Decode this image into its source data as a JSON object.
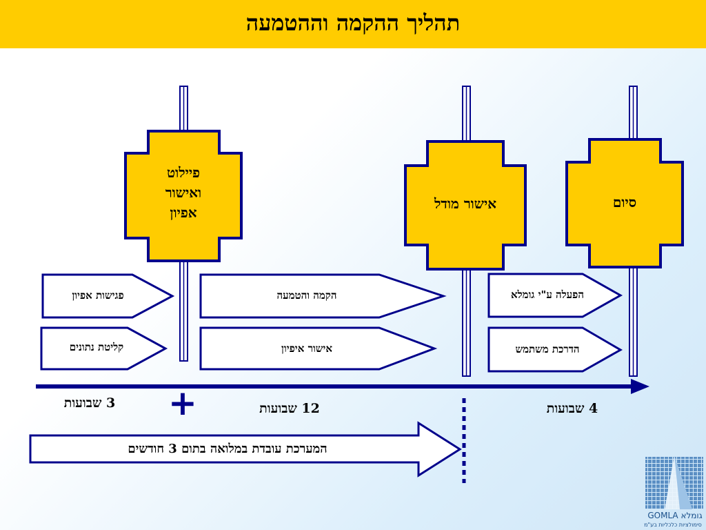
{
  "title": "תהליך  ההקמה  וההטמעה",
  "gates": {
    "pilot": "פיילוט\nואישור\nאפיון",
    "model": "אישור מודל",
    "end": "סיום"
  },
  "tasks": {
    "specs_meetings": "פגישות אפיון",
    "data_intake": "קליטת נתונים",
    "setup": "הקמה  והטמעה",
    "spec_approval": "אישור איפיון",
    "operation": "הפעלה ע\"י גומלא",
    "user_training": "הדרכת משתמש"
  },
  "durations": {
    "phase1": "3 שבועות",
    "phase2": "12 שבועות",
    "phase3": "4 שבועות",
    "plus": "+"
  },
  "banner": "המערכת עובדת במלואה בתום 3 חודשים",
  "logo": {
    "word": "GOMLA גומלא",
    "sub": "סימולציות כלכליות בע\"מ"
  },
  "colors": {
    "accent": "#ffcc00",
    "outline": "#00008b",
    "background_end": "#cfe6f7"
  }
}
